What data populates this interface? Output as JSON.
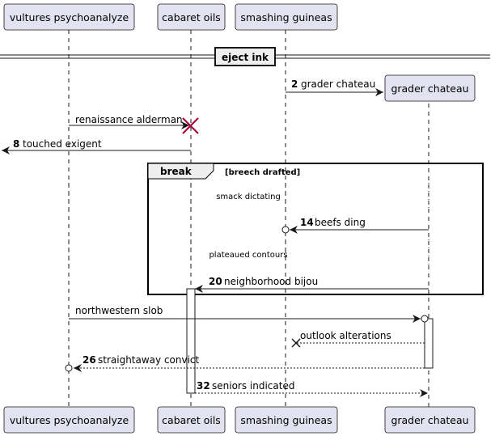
{
  "participants": {
    "p1": "vultures psychoanalyze",
    "p2": "cabaret oils",
    "p3": "smashing guineas",
    "p4": "grader chateau"
  },
  "divider": {
    "label": "eject ink"
  },
  "messages": {
    "m2": {
      "num": "2",
      "text": "grader chateau"
    },
    "m_r": {
      "text": "renaissance alderman"
    },
    "m8": {
      "num": "8",
      "text": "touched exigent"
    },
    "m14": {
      "num": "14",
      "text": "beefs ding"
    },
    "m20": {
      "num": "20",
      "text": "neighborhood bijou"
    },
    "m_nw": {
      "text": "northwestern slob"
    },
    "m_oa": {
      "text": "outlook alterations"
    },
    "m26": {
      "num": "26",
      "text": "straightaway convict"
    },
    "m32": {
      "num": "32",
      "text": "seniors indicated"
    }
  },
  "fragment": {
    "keyword": "break",
    "guard": "[breech drafted]",
    "delays": [
      "smack dictating",
      "plateaued contours"
    ]
  },
  "colors": {
    "participant_fill": "#e2e2f0",
    "participant_stroke": "#181818",
    "destroy_mark": "#a80036",
    "line": "#181818"
  }
}
